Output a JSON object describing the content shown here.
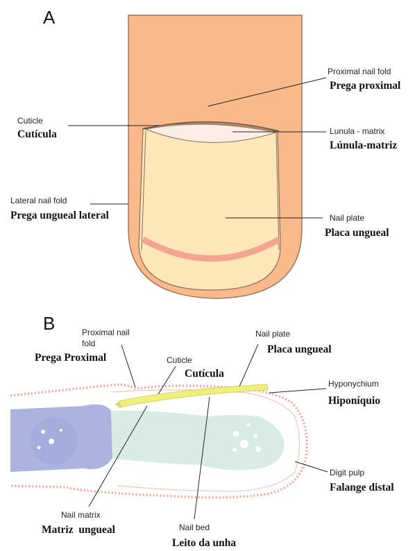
{
  "panels": {
    "a": {
      "letter": "A"
    },
    "b": {
      "letter": "B"
    }
  },
  "labels_a": {
    "proximal_fold": {
      "en": "Proximal nail fold",
      "pt": "Prega proximal"
    },
    "cuticle": {
      "en": "Cuticle",
      "pt": "Cutícula"
    },
    "lunula": {
      "en": "Lunula - matrix",
      "pt": "Lúnula-matriz"
    },
    "lateral_fold": {
      "en": "Lateral nail fold",
      "pt": "Prega ungueal lateral"
    },
    "nail_plate": {
      "en": "Nail plate",
      "pt": "Placa ungueal"
    }
  },
  "labels_b": {
    "proximal_fold": {
      "en_line1": "Proximal nail",
      "en_line2": "fold",
      "pt": "Prega Proximal"
    },
    "cuticle": {
      "en": "Cuticle",
      "pt": "Cutícula"
    },
    "nail_plate": {
      "en": "Nail plate",
      "pt": "Placa ungueal"
    },
    "hyponychium": {
      "en": "Hyponychium",
      "pt": "Hiponíquio"
    },
    "digit_pulp": {
      "en": "Digit pulp",
      "pt": "Falange distal"
    },
    "nail_matrix": {
      "en": "Nail matrix",
      "pt": "Matriz  ungueal"
    },
    "nail_bed": {
      "en": "Nail bed",
      "pt": "Leito da unha"
    }
  },
  "colors": {
    "skin": "#f9b98a",
    "nail_plate": "#fde7b8",
    "lunula": "#fceee6",
    "free_edge_band": "#f4a590",
    "pulp_outline": "#f2a79c",
    "bone_proximal": "#8e9bd3",
    "bone_distal": "#d8ece4",
    "nail_plate_b": "#eef07a"
  }
}
